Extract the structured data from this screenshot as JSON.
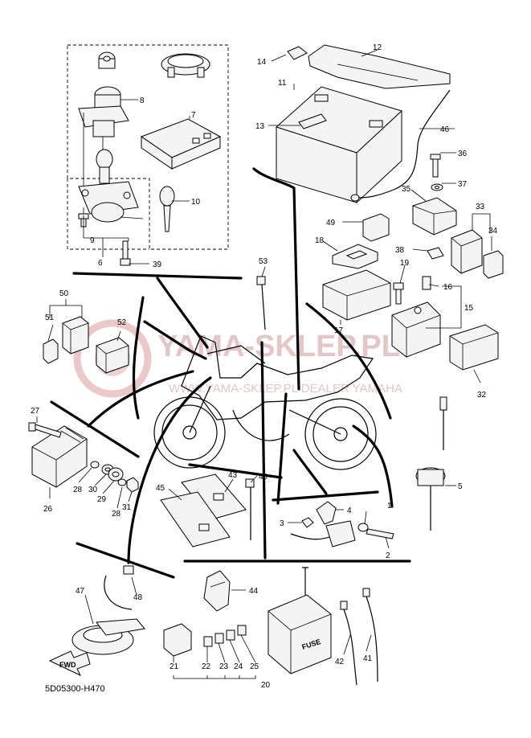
{
  "diagram": {
    "drawing_code": "5D05300-H470",
    "watermark": {
      "line1": "YAMA-SKLEP.PL",
      "line2": "WWW.YAMA-SKLEP.PL DEALER YAMAHA"
    },
    "fwd_label": "FWD",
    "fuse_label": "FUSE",
    "labels": [
      {
        "id": "1",
        "text": "1"
      },
      {
        "id": "2",
        "text": "2"
      },
      {
        "id": "3",
        "text": "3"
      },
      {
        "id": "4",
        "text": "4"
      },
      {
        "id": "5",
        "text": "5"
      },
      {
        "id": "6",
        "text": "6"
      },
      {
        "id": "7",
        "text": "7"
      },
      {
        "id": "8",
        "text": "8"
      },
      {
        "id": "9",
        "text": "9"
      },
      {
        "id": "10",
        "text": "10"
      },
      {
        "id": "11",
        "text": "11"
      },
      {
        "id": "12",
        "text": "12"
      },
      {
        "id": "13",
        "text": "13"
      },
      {
        "id": "14",
        "text": "14"
      },
      {
        "id": "15",
        "text": "15"
      },
      {
        "id": "16",
        "text": "16"
      },
      {
        "id": "17",
        "text": "17"
      },
      {
        "id": "18",
        "text": "18"
      },
      {
        "id": "19",
        "text": "19"
      },
      {
        "id": "20",
        "text": "20"
      },
      {
        "id": "21",
        "text": "21"
      },
      {
        "id": "22",
        "text": "22"
      },
      {
        "id": "23",
        "text": "23"
      },
      {
        "id": "24",
        "text": "24"
      },
      {
        "id": "25",
        "text": "25"
      },
      {
        "id": "26",
        "text": "26"
      },
      {
        "id": "27",
        "text": "27"
      },
      {
        "id": "28a",
        "text": "28"
      },
      {
        "id": "28b",
        "text": "28"
      },
      {
        "id": "29",
        "text": "29"
      },
      {
        "id": "30",
        "text": "30"
      },
      {
        "id": "31",
        "text": "31"
      },
      {
        "id": "32",
        "text": "32"
      },
      {
        "id": "33",
        "text": "33"
      },
      {
        "id": "34",
        "text": "34"
      },
      {
        "id": "35",
        "text": "35"
      },
      {
        "id": "36",
        "text": "36"
      },
      {
        "id": "37",
        "text": "37"
      },
      {
        "id": "38",
        "text": "38"
      },
      {
        "id": "39",
        "text": "39"
      },
      {
        "id": "40",
        "text": "40"
      },
      {
        "id": "41",
        "text": "41"
      },
      {
        "id": "42",
        "text": "42"
      },
      {
        "id": "43",
        "text": "43"
      },
      {
        "id": "44",
        "text": "44"
      },
      {
        "id": "45",
        "text": "45"
      },
      {
        "id": "46",
        "text": "46"
      },
      {
        "id": "47",
        "text": "47"
      },
      {
        "id": "48",
        "text": "48"
      },
      {
        "id": "49",
        "text": "49"
      },
      {
        "id": "50",
        "text": "50"
      },
      {
        "id": "51",
        "text": "51"
      },
      {
        "id": "52",
        "text": "52"
      },
      {
        "id": "53",
        "text": "53"
      }
    ]
  }
}
